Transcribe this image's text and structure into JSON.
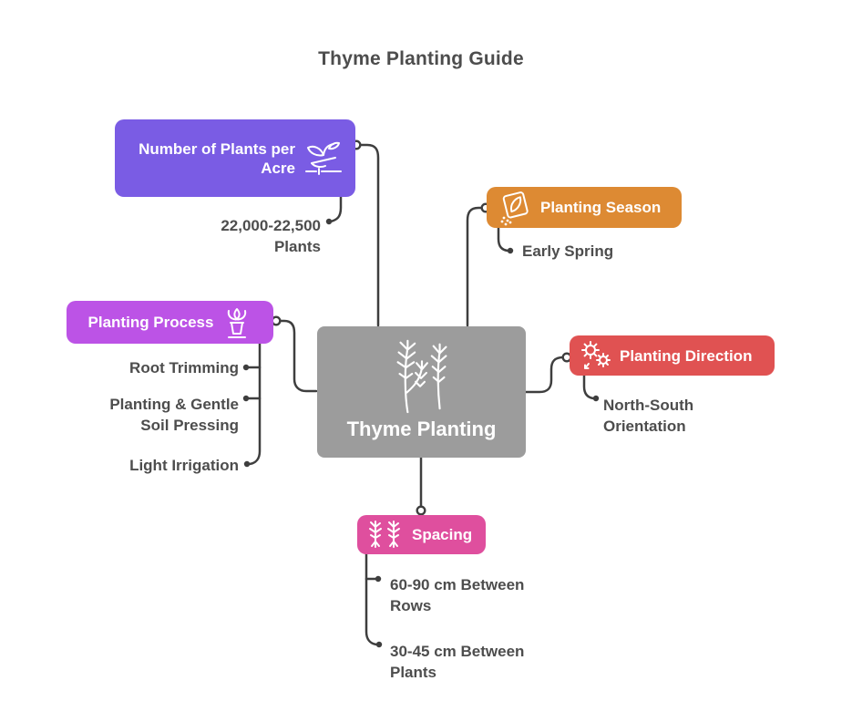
{
  "title": "Thyme Planting Guide",
  "center": {
    "label": "Thyme Planting",
    "icon": "thyme-sprigs-icon",
    "color": "#9c9c9c"
  },
  "branches": {
    "plants_per_acre": {
      "label": "Number of Plants per Acre",
      "icon": "sprout-in-hand-icon",
      "color": "#7a5ce4",
      "value": "22,000-22,500 Plants"
    },
    "season": {
      "label": "Planting Season",
      "icon": "seed-packet-icon",
      "color": "#dd8a33",
      "value": "Early Spring"
    },
    "process": {
      "label": "Planting Process",
      "icon": "potted-plant-icon",
      "color": "#bc53e6",
      "steps": [
        "Root Trimming",
        "Planting & Gentle Soil Pressing",
        "Light Irrigation"
      ]
    },
    "direction": {
      "label": "Planting Direction",
      "icon": "sun-flowers-icon",
      "color": "#e05252",
      "value": "North-South Orientation"
    },
    "spacing": {
      "label": "Spacing",
      "icon": "spaced-plants-icon",
      "color": "#df4f9e",
      "values": [
        "60-90 cm Between Rows",
        "30-45 cm Between Plants"
      ]
    }
  },
  "style": {
    "text_color": "#4d4d4d",
    "line_color": "#3e3e3e",
    "background": "#ffffff"
  }
}
